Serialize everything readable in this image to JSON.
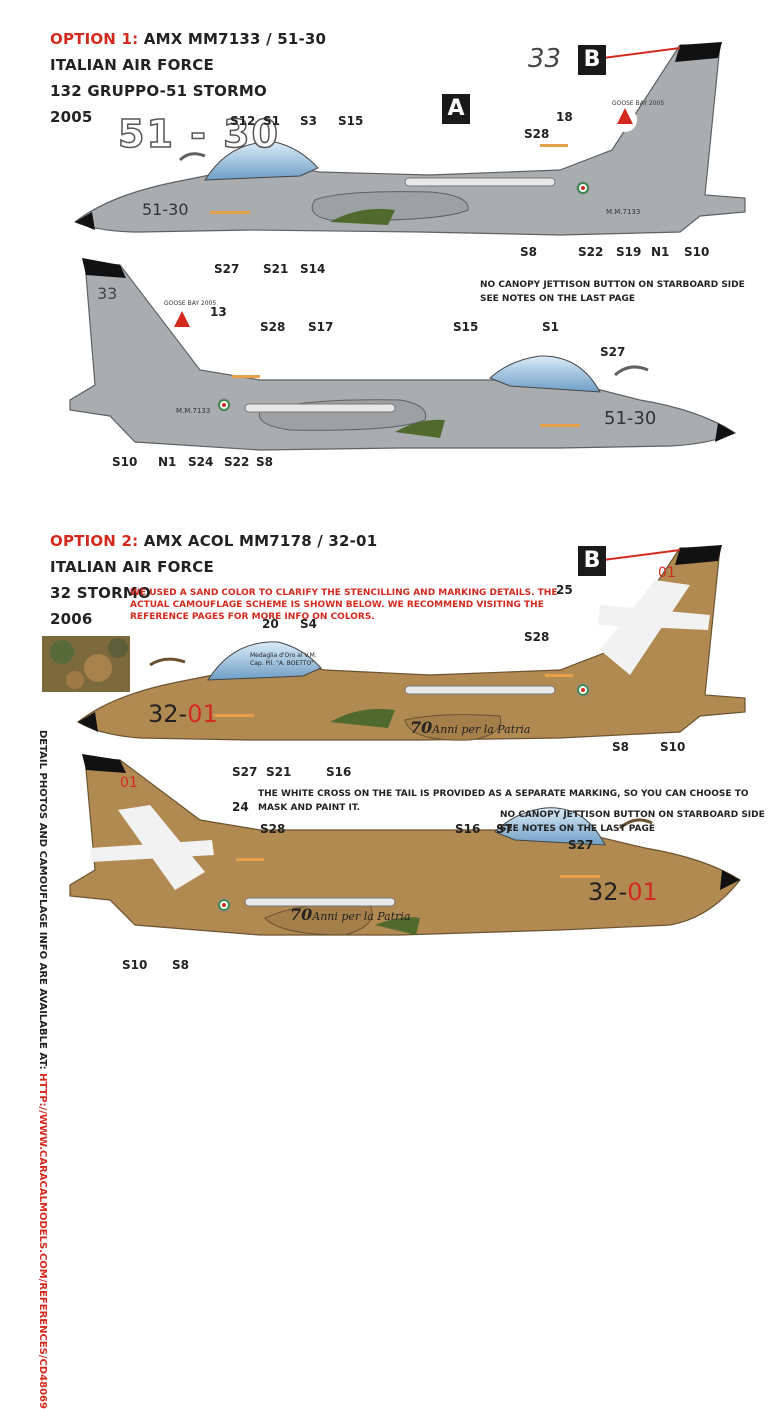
{
  "option1": {
    "prefix": "OPTION 1:",
    "title": "AMX  MM7133 / 51-30",
    "line2": "ITALIAN AIR FORCE",
    "line3": "132 GRUPPO-51 STORMO",
    "year": "2005",
    "big_code": "51 - 30",
    "tail_number": "33",
    "fuselage_code": "51-30",
    "serial_small": "M.M.7133",
    "badge_text": "GOOSE BAY 2005",
    "note1": "NO CANOPY JETTISON BUTTON ON STARBOARD SIDE",
    "note2": "SEE NOTES ON THE LAST PAGE",
    "labels_top": [
      "S12",
      "S1",
      "S3",
      "S15",
      "S28",
      "18",
      "S27",
      "S21",
      "S14",
      "S8",
      "S22",
      "S19",
      "N1",
      "S10"
    ],
    "labels_bottom": [
      "13",
      "S28",
      "S17",
      "S15",
      "S1",
      "S27",
      "S10",
      "N1",
      "S24",
      "S22",
      "S8"
    ]
  },
  "option2": {
    "prefix": "OPTION 2:",
    "title": "AMX  ACOL MM7178 / 32-01",
    "line2": "ITALIAN AIR FORCE",
    "line3": "32 STORMO",
    "year": "2006",
    "note_red": "WE USED A SAND COLOR TO CLARIFY THE STENCILLING AND MARKING DETAILS. THE ACTUAL CAMOUFLAGE SCHEME IS SHOWN BELOW. WE RECOMMEND VISITING THE REFERENCE PAGES FOR MORE INFO ON COLORS.",
    "note_cross": "THE WHITE CROSS ON THE TAIL IS PROVIDED AS A SEPARATE MARKING, SO YOU CAN CHOOSE TO MASK AND PAINT IT.",
    "note1": "NO CANOPY JETTISON BUTTON ON STARBOARD SIDE",
    "note2": "SEE NOTES ON THE LAST PAGE",
    "code_black": "32-",
    "code_red": "01",
    "tail_code": "01",
    "anniv_big": "70",
    "anniv": "Anni per la Patria",
    "medal_text1": "Medaglia d'Oro al V.M.",
    "medal_text2": "Cap. Pil. \"A. BOETTO\"",
    "labels_top": [
      "25",
      "20",
      "S4",
      "S28",
      "S27",
      "S21",
      "S16",
      "S8",
      "S10"
    ],
    "labels_bottom": [
      "24",
      "S28",
      "S16",
      "S7",
      "S27",
      "S10",
      "S8"
    ]
  },
  "markers": {
    "a": "A",
    "b1": "B",
    "b2": "B"
  },
  "side_text_prefix": "DETAIL PHOTOS AND CAMOUFLAGE INFO ARE AVAILABLE AT:",
  "side_text_url": "HTTP://WWW.CARACALMODELS.COM/REFERENCES/CD48069",
  "colors": {
    "grey": "#a9adb0",
    "sand": "#b18a52",
    "red": "#d42a1e",
    "green": "#4f6a2c",
    "canopy": "#8fb8d6"
  }
}
